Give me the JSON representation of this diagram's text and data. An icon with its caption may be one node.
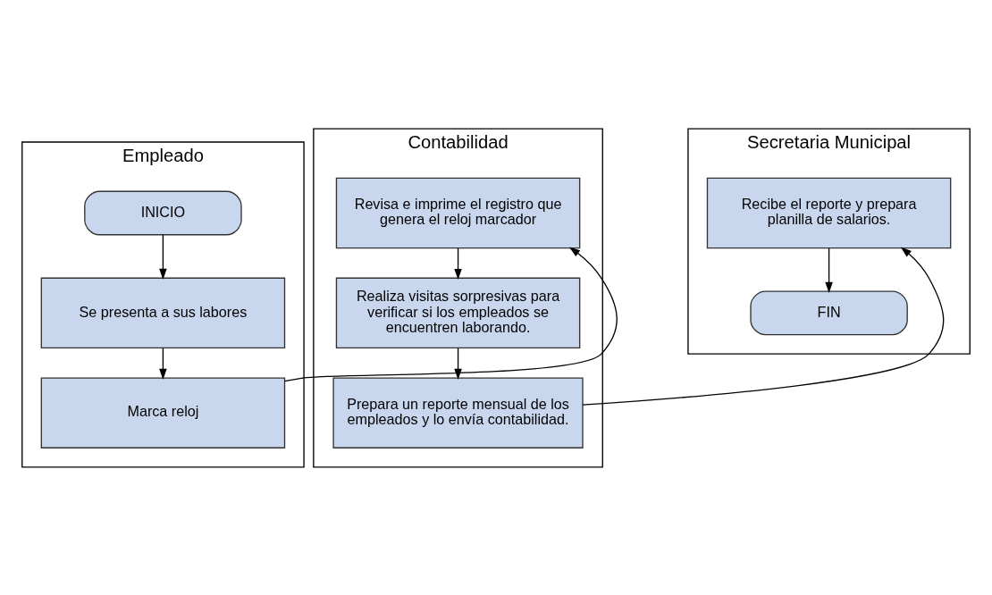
{
  "diagram": {
    "nodes": [
      {
        "text": [
          "Empleado"
        ]
      },
      {
        "text": [
          "Contabilidad"
        ]
      },
      {
        "text": [
          "Secretaria Municipal"
        ]
      },
      {
        "text": [
          "INICIO"
        ],
        "in": 0
      },
      {
        "text": [
          "Se presenta a sus labores"
        ],
        "in": 0
      },
      {
        "text": [
          "Marca reloj"
        ],
        "in": 0
      },
      {
        "text": [
          "Revisa e imprime el registro que genera el reloj marcador"
        ],
        "in": 1
      },
      {
        "text": [
          "Realiza visitas sorpresivas para verificar si los empleados se encuentren laborando."
        ],
        "in": 1
      },
      {
        "text": [
          "Prepara un reporte mensual de los empleados y lo envía contabilidad."
        ],
        "in": 1
      },
      {
        "text": [
          "Recibe el reporte y prepara planilla de salarios."
        ],
        "in": 2
      },
      {
        "text": [
          "FIN"
        ],
        "in": 2
      }
    ],
    "edges": [
      {
        "from": 3,
        "to": 4,
        "arrow": "to"
      },
      {
        "from": 4,
        "to": 5,
        "arrow": "to"
      },
      {
        "from": 5,
        "to": 6,
        "arrow": "to"
      },
      {
        "from": 6,
        "to": 7,
        "arrow": "to"
      },
      {
        "from": 7,
        "to": 8,
        "arrow": "to"
      },
      {
        "from": 8,
        "to": 9,
        "arrow": "to"
      },
      {
        "from": 9,
        "to": 10,
        "arrow": "to"
      }
    ]
  }
}
